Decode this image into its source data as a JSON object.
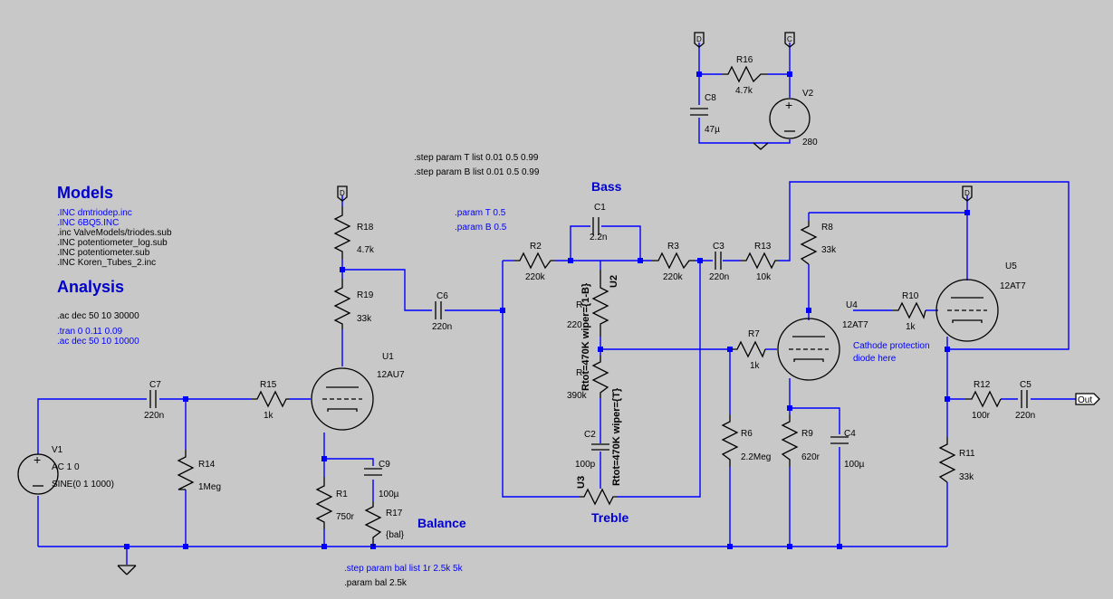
{
  "headings": {
    "models": "Models",
    "analysis": "Analysis"
  },
  "includes": [
    ".INC dmtriodep.inc",
    ".INC 6BQ5.INC",
    ".inc ValveModels/triodes.sub",
    ".INC potentiometer_log.sub",
    ".INC potentiometer.sub",
    ".INC Koren_Tubes_2.inc"
  ],
  "analysis_lines": [
    ".ac dec 50 10 30000",
    ".tran 0 0.11 0.09",
    ".ac dec 50 10 10000"
  ],
  "step_directives": [
    ".step param T list 0.01 0.5 0.99",
    ".step param B list 0.01 0.5 0.99"
  ],
  "params": [
    ".param T 0.5",
    ".param B 0.5"
  ],
  "bal_step": ".step param bal list 1r 2.5k 5k",
  "bal_param": ".param bal 2.5k",
  "labels": {
    "bass": "Bass",
    "treble": "Treble",
    "balance": "Balance",
    "cathode_note": "Cathode protection",
    "cathode_note2": "diode here",
    "out": "Out"
  },
  "parts": {
    "R1": "R1",
    "R1v": "750r",
    "R2": "R2",
    "R2v": "220k",
    "R3": "R3",
    "R3v": "220k",
    "R4": "R",
    "R4v": "220",
    "R5": "R",
    "R5v": "390k",
    "R6": "R6",
    "R6v": "2.2Meg",
    "R7": "R7",
    "R7v": "1k",
    "R8": "R8",
    "R8v": "33k",
    "R9": "R9",
    "R9v": "620r",
    "R10": "R10",
    "R10v": "1k",
    "R11": "R11",
    "R11v": "33k",
    "R12": "R12",
    "R12v": "100r",
    "R13": "R13",
    "R13v": "10k",
    "R14": "R14",
    "R14v": "1Meg",
    "R15": "R15",
    "R15v": "1k",
    "R16": "R16",
    "R16v": "4.7k",
    "R17": "R17",
    "R17v": "{bal}",
    "R18": "R18",
    "R18v": "4.7k",
    "R19": "R19",
    "R19v": "33k",
    "C1": "C1",
    "C1v": "2.2n",
    "C2": "C2",
    "C2v": "100p",
    "C3": "C3",
    "C3v": "220n",
    "C4": "C4",
    "C4v": "100µ",
    "C5": "C5",
    "C5v": "220n",
    "C6": "C6",
    "C6v": "220n",
    "C7": "C7",
    "C7v": "220n",
    "C8": "C8",
    "C8v": "47µ",
    "C9": "C9",
    "C9v": "100µ",
    "U1": "U1",
    "U1m": "12AU7",
    "U2": "U2",
    "U3": "U3",
    "U4": "U4",
    "U4m": "12AT7",
    "U5": "U5",
    "U5m": "12AT7",
    "V1": "V1",
    "V1a": "AC 1 0",
    "V1b": "SINE(0 1 1000)",
    "V2": "V2",
    "V2v": "280",
    "pot1": "Rtot=470K wiper={1-B}",
    "pot2": "Rtot=470K wiper={T}"
  },
  "colors": {
    "background": "#c8c8c8",
    "wire": "#0000ff",
    "component": "#000000",
    "heading": "#0000cc"
  }
}
